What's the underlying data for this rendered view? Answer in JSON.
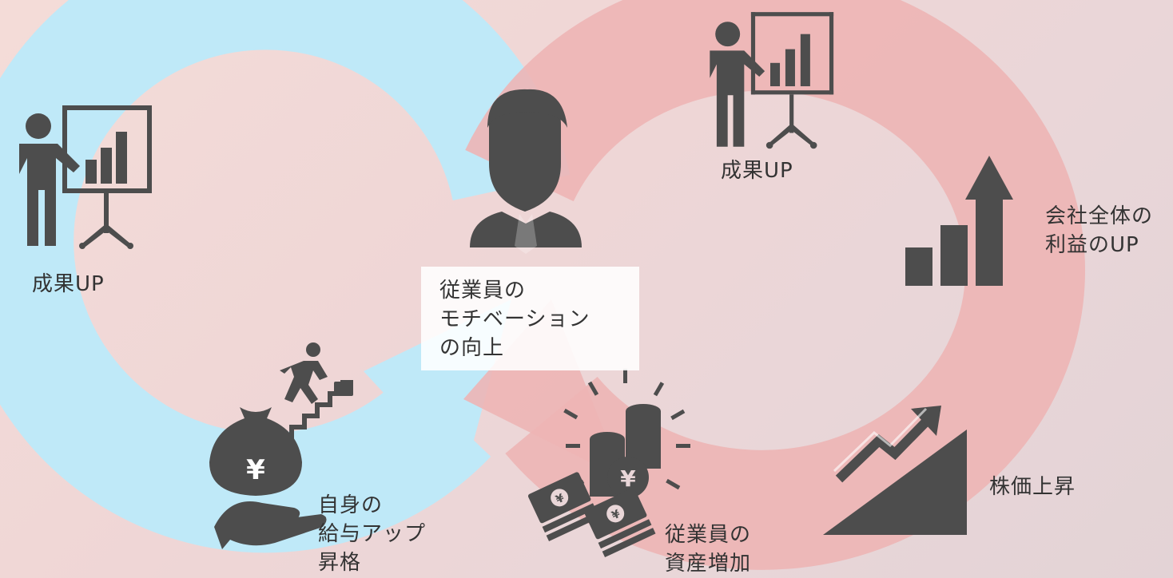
{
  "colors": {
    "loop_left": "#bfe9f8",
    "loop_right": "#edb5b5",
    "icon": "#4d4d4d",
    "text": "#333333"
  },
  "icons": [
    "presenter-chart-icon",
    "businessman-avatar-icon",
    "stair-climb-icon",
    "yen-money-bag-hand-icon",
    "yen-coins-icon",
    "banknote-stack-icon",
    "rising-bar-chart-icon",
    "stock-rise-icon"
  ],
  "labels": {
    "left_result": "成果UP",
    "top_result": "成果UP",
    "center": [
      "従業員の",
      "モチベーション",
      "の向上"
    ],
    "company_profit": [
      "会社全体の",
      "利益のUP"
    ],
    "salary": [
      "自身の",
      "給与アップ",
      "昇格"
    ],
    "assets": [
      "従業員の",
      "資産増加"
    ],
    "stock": "株価上昇"
  }
}
